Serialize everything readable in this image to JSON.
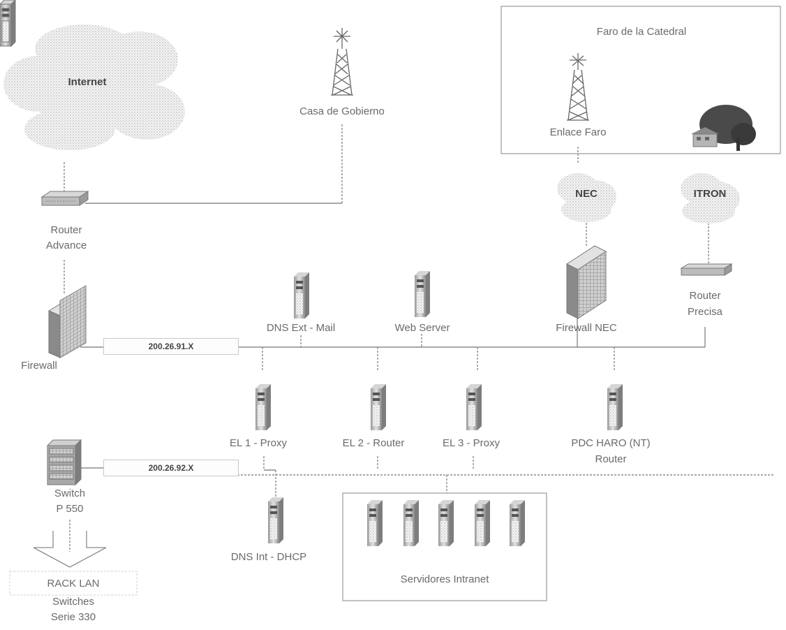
{
  "faro_box": {
    "title": "Faro de la Catedral",
    "antenna_label": "Enlace Faro"
  },
  "internet": {
    "label": "Internet"
  },
  "casa_gobierno": {
    "label": "Casa de Gobierno"
  },
  "clouds": {
    "nec": "NEC",
    "itron": "ITRON"
  },
  "router_advance": {
    "line1": "Router",
    "line2": "Advance"
  },
  "firewall_left": {
    "label": "Firewall"
  },
  "network_top": {
    "address": "200.26.91.X"
  },
  "network_bottom": {
    "address": "200.26.92.X"
  },
  "dns_ext": {
    "label": "DNS Ext - Mail"
  },
  "web_server": {
    "label": "Web Server"
  },
  "firewall_nec": {
    "label": "Firewall NEC"
  },
  "router_precisa": {
    "line1": "Router",
    "line2": "Precisa"
  },
  "el1": {
    "label": "EL 1 - Proxy"
  },
  "el2": {
    "label": "EL 2 - Router"
  },
  "el3": {
    "label": "EL 3 - Proxy"
  },
  "pdc": {
    "line1": "PDC HARO (NT)",
    "line2": "Router"
  },
  "switch": {
    "line1": "Switch",
    "line2": "P 550"
  },
  "dns_int": {
    "label": "DNS Int - DHCP"
  },
  "intranet_box": {
    "label": "Servidores Intranet"
  },
  "rack": {
    "line1": "RACK LAN",
    "line2": "Switches",
    "line3": "Serie 330"
  }
}
